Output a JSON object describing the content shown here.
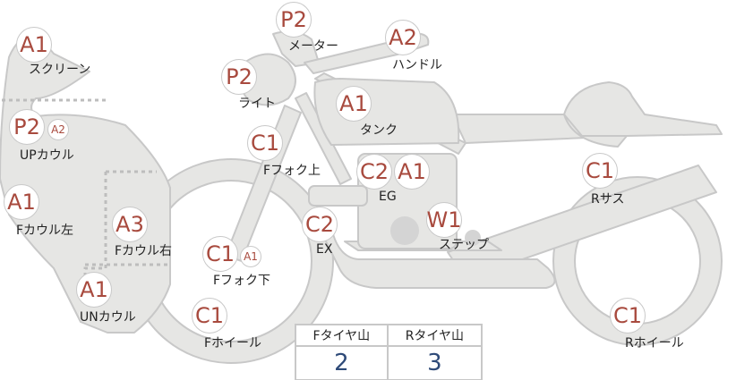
{
  "badges": [
    {
      "id": "p2-meter",
      "code": "P2"
    },
    {
      "id": "a2-handle",
      "code": "A2"
    },
    {
      "id": "a1-screen",
      "code": "A1"
    },
    {
      "id": "p2-light",
      "code": "P2"
    },
    {
      "id": "a1-tank",
      "code": "A1"
    },
    {
      "id": "p2-upcowl",
      "code": "P2"
    },
    {
      "id": "a2-upcowl",
      "code": "A2"
    },
    {
      "id": "c1-ffork-upper",
      "code": "C1"
    },
    {
      "id": "c2-eg",
      "code": "C2"
    },
    {
      "id": "a1-eg",
      "code": "A1"
    },
    {
      "id": "c1-rsus",
      "code": "C1"
    },
    {
      "id": "a1-fcowl-left",
      "code": "A1"
    },
    {
      "id": "a3-fcowl-right",
      "code": "A3"
    },
    {
      "id": "c2-ex",
      "code": "C2"
    },
    {
      "id": "w1-step",
      "code": "W1"
    },
    {
      "id": "c1-ffork-lower",
      "code": "C1"
    },
    {
      "id": "a1-ffork-lower",
      "code": "A1"
    },
    {
      "id": "a1-uncowl",
      "code": "A1"
    },
    {
      "id": "c1-fwheel",
      "code": "C1"
    },
    {
      "id": "c1-rwheel",
      "code": "C1"
    }
  ],
  "labels": {
    "meter": "メーター",
    "handle": "ハンドル",
    "screen": "スクリーン",
    "light": "ライト",
    "tank": "タンク",
    "upcowl": "UPカウル",
    "ffork_upper": "Fフォク上",
    "eg": "EG",
    "rsus": "Rサス",
    "fcowl_left": "Fカウル左",
    "fcowl_right": "Fカウル右",
    "ex": "EX",
    "step": "ステップ",
    "ffork_lower": "Fフォク下",
    "uncowl": "UNカウル",
    "fwheel": "Fホイール",
    "rwheel": "Rホイール"
  },
  "tire_table": {
    "headers": [
      "Fタイヤ山",
      "Rタイヤ山"
    ],
    "values": [
      "2",
      "3"
    ]
  }
}
